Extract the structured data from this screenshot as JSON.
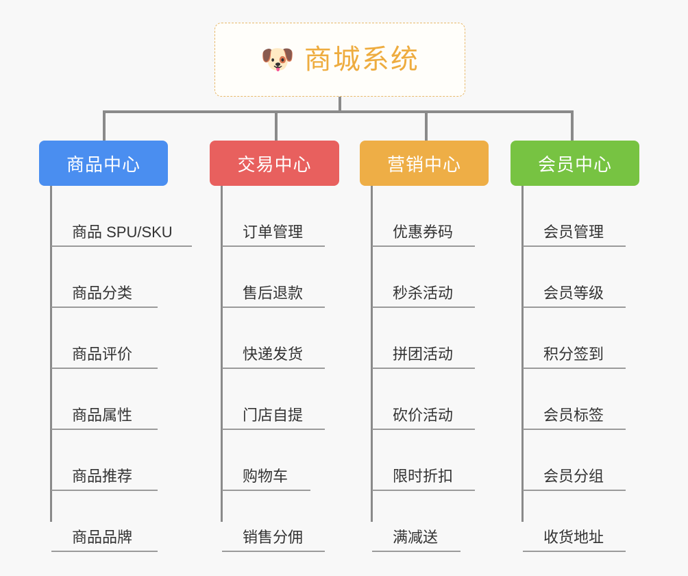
{
  "background_color": "#f8f8f8",
  "root": {
    "icon": "dog-face-emoji",
    "icon_glyph": "🐶",
    "title": "商城系统",
    "title_color": "#eeac3f",
    "border_color": "#e8b96a"
  },
  "connector_color": "#8a8a8a",
  "columns": [
    {
      "key": "product",
      "label": "商品中心",
      "color": "#4a8ef0",
      "items": [
        "商品 SPU/SKU",
        "商品分类",
        "商品评价",
        "商品属性",
        "商品推荐",
        "商品品牌"
      ]
    },
    {
      "key": "trade",
      "label": "交易中心",
      "color": "#e8605e",
      "items": [
        "订单管理",
        "售后退款",
        "快递发货",
        "门店自提",
        "购物车",
        "销售分佣"
      ]
    },
    {
      "key": "marketing",
      "label": "营销中心",
      "color": "#eeae46",
      "items": [
        "优惠券码",
        "秒杀活动",
        "拼团活动",
        "砍价活动",
        "限时折扣",
        "满减送"
      ]
    },
    {
      "key": "member",
      "label": "会员中心",
      "color": "#77c342",
      "items": [
        "会员管理",
        "会员等级",
        "积分签到",
        "会员标签",
        "会员分组",
        "收货地址"
      ]
    }
  ]
}
